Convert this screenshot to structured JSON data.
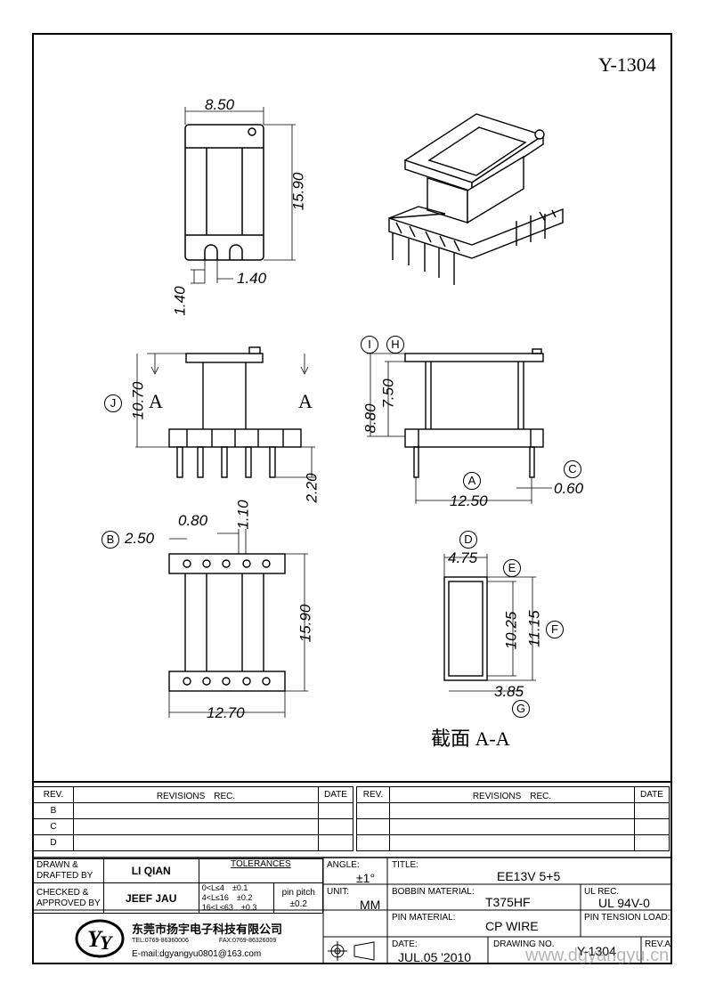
{
  "drawing_number_top": "Y-1304",
  "dimensions": {
    "d_850": "8.50",
    "d_1590_top": "15.90",
    "d_140a": "1.40",
    "d_140b": "1.40",
    "d_1070": "10.70",
    "d_220": "2.20",
    "d_880": "8.80",
    "d_750": "7.50",
    "d_1250": "12.50",
    "d_060": "0.60",
    "d_080": "0.80",
    "d_110": "1.10",
    "d_250": "2.50",
    "d_1590_bot": "15.90",
    "d_1270": "12.70",
    "d_475": "4.75",
    "d_1025": "10.25",
    "d_1115": "11.15",
    "d_385": "3.85"
  },
  "callouts": {
    "a": "A",
    "b": "B",
    "c": "C",
    "d": "D",
    "e": "E",
    "f": "F",
    "g": "G",
    "h": "H",
    "i": "I",
    "j": "J"
  },
  "section_marks": {
    "left": "A",
    "right": "A"
  },
  "section_caption": "截面 A-A",
  "revisions": {
    "rev_header": "REV.",
    "rec_header": "REVISIONS　REC.",
    "date_header": "DATE",
    "rows": [
      "B",
      "C",
      "D"
    ]
  },
  "title_block": {
    "drawn_label": "DRAWN &\nDRAFTED BY",
    "drawn_value": "LI QIAN",
    "checked_label": "CHECKED &\nAPPROVED BY",
    "checked_value": "JEEF JAU",
    "tolerances_label": "TOLERANCES",
    "tol_rows": [
      "0<L≤4　±0.1",
      "4<L≤16　±0.2",
      "16<L≤63　±0.3"
    ],
    "pin_pitch_label": "pin pitch",
    "pin_pitch_value": "±0.2",
    "angle_label": "ANGLE:",
    "angle_value": "±1°",
    "unit_label": "UNIT:",
    "unit_value": "MM",
    "title_label": "TITLE:",
    "title_value": "EE13V 5+5",
    "bobbin_label": "BOBBIN MATERIAL:",
    "bobbin_value": "T375HF",
    "ul_label": "UL REC.",
    "ul_value": "UL 94V-0",
    "pin_mat_label": "PIN MATERIAL:",
    "pin_mat_value": "CP WIRE",
    "pin_tension_label": "PIN TENSION LOAD:",
    "date_label": "DATE:",
    "date_value": "JUL.05 '2010",
    "drawing_no_label": "DRAWING NO.",
    "drawing_no_value": "Y-1304",
    "rev_label": "REV.A",
    "company_name": "东莞市扬宇电子科技有限公司",
    "company_tel": "TEL:0769-86360006",
    "company_fax": "FAX:0769-86326009",
    "company_email": "E-mail:dgyangyu0801@163.com",
    "watermark": "www.dgyangyu.cn"
  }
}
